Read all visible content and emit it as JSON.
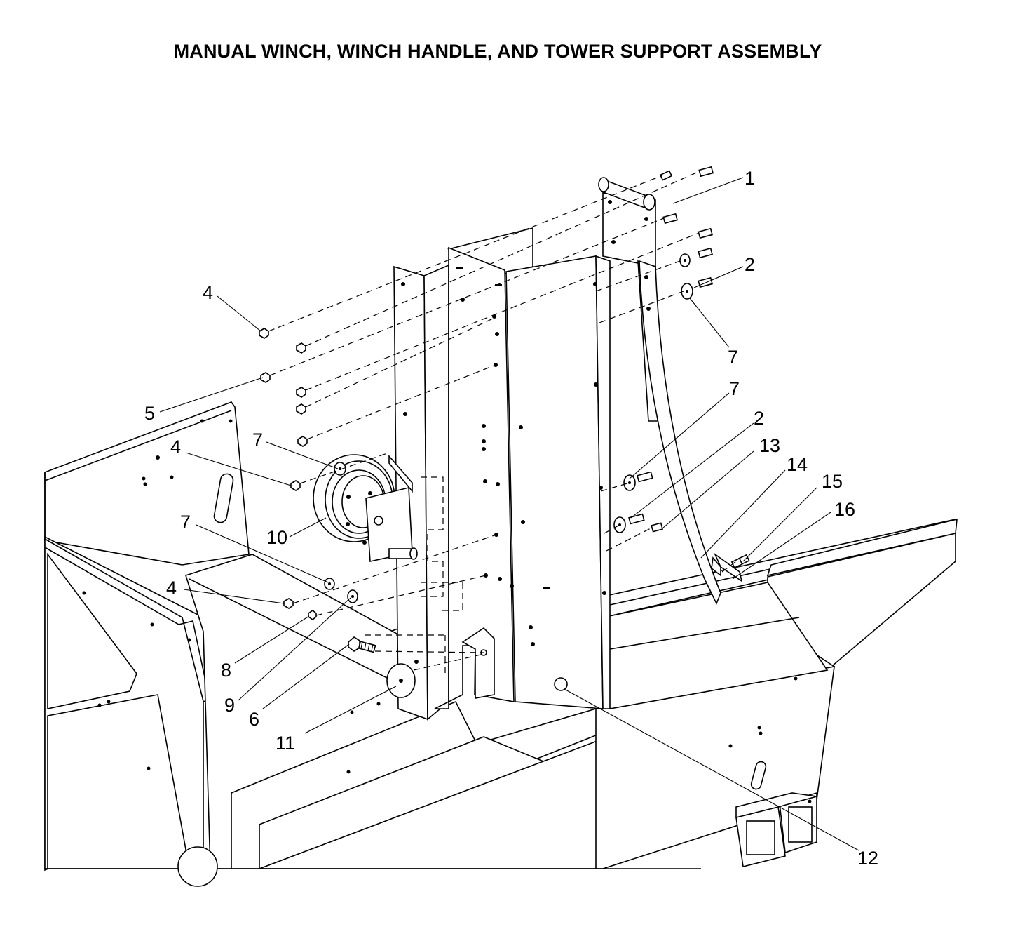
{
  "title": "MANUAL WINCH, WINCH HANDLE, AND TOWER SUPPORT ASSEMBLY",
  "callouts": [
    {
      "id": "c1",
      "number": "1"
    },
    {
      "id": "c2a",
      "number": "2"
    },
    {
      "id": "c7a",
      "number": "7"
    },
    {
      "id": "c7b",
      "number": "7"
    },
    {
      "id": "c2b",
      "number": "2"
    },
    {
      "id": "c13",
      "number": "13"
    },
    {
      "id": "c14",
      "number": "14"
    },
    {
      "id": "c15",
      "number": "15"
    },
    {
      "id": "c16",
      "number": "16"
    },
    {
      "id": "c4a",
      "number": "4"
    },
    {
      "id": "c5",
      "number": "5"
    },
    {
      "id": "c7c",
      "number": "7"
    },
    {
      "id": "c4b",
      "number": "4"
    },
    {
      "id": "c10",
      "number": "10"
    },
    {
      "id": "c7d",
      "number": "7"
    },
    {
      "id": "c4c",
      "number": "4"
    },
    {
      "id": "c8",
      "number": "8"
    },
    {
      "id": "c9",
      "number": "9"
    },
    {
      "id": "c6",
      "number": "6"
    },
    {
      "id": "c11",
      "number": "11"
    },
    {
      "id": "c12",
      "number": "12"
    }
  ]
}
